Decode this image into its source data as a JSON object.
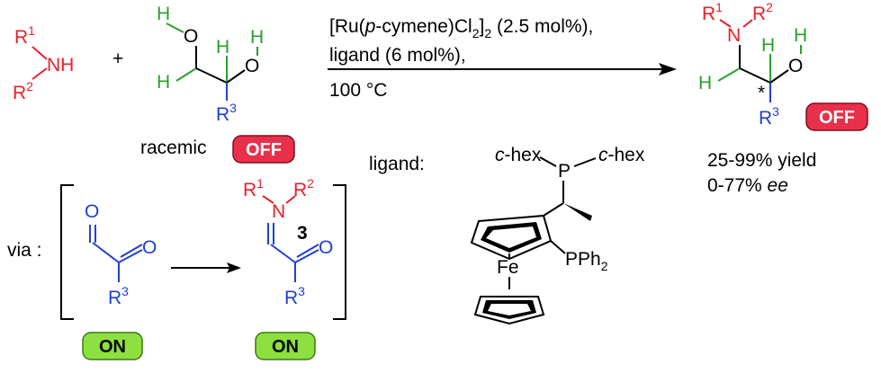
{
  "colors": {
    "amine": "#e8202a",
    "green": "#2aa02a",
    "blue": "#2040d0",
    "black": "#000000",
    "off_fill": "#e8304a",
    "on_fill": "#8ee040"
  },
  "reagents": {
    "amine": {
      "N": "N",
      "H": "H",
      "R1": "R",
      "R1_sup": "1",
      "R2": "R",
      "R2_sup": "2"
    },
    "plus": "+",
    "diol": {
      "H": "H",
      "O": "O",
      "R3": "R",
      "R3_sup": "3"
    },
    "racemic": "racemic"
  },
  "conditions": {
    "catalyst_prefix": "[Ru(",
    "catalyst_italic": "p",
    "catalyst_mid": "-cymene)Cl",
    "catalyst_sub1": "2",
    "catalyst_close": "]",
    "catalyst_sub2": "2",
    "catalyst_loading": " (2.5 mol%),",
    "ligand_line": "ligand (6 mol%),",
    "temperature": "100 °C"
  },
  "product": {
    "N": "N",
    "H": "H",
    "O": "O",
    "star": "*",
    "R1": "R",
    "R1_sup": "1",
    "R2": "R",
    "R2_sup": "2",
    "R3": "R",
    "R3_sup": "3",
    "yield": "25-99% yield",
    "ee_value": "0-77% ",
    "ee_label": "ee"
  },
  "ligand": {
    "label": "ligand:",
    "chex_prefix": "c",
    "chex_suffix": "-hex",
    "P": "P",
    "PPh": "PPh",
    "PPh_sub": "2",
    "Fe": "Fe"
  },
  "mechanism": {
    "via": "via :",
    "O": "O",
    "N": "N",
    "R1": "R",
    "R1_sup": "1",
    "R2": "R",
    "R2_sup": "2",
    "R3": "R",
    "R3_sup": "3",
    "compound_number": "3"
  },
  "badges": {
    "off": "OFF",
    "on": "ON"
  }
}
